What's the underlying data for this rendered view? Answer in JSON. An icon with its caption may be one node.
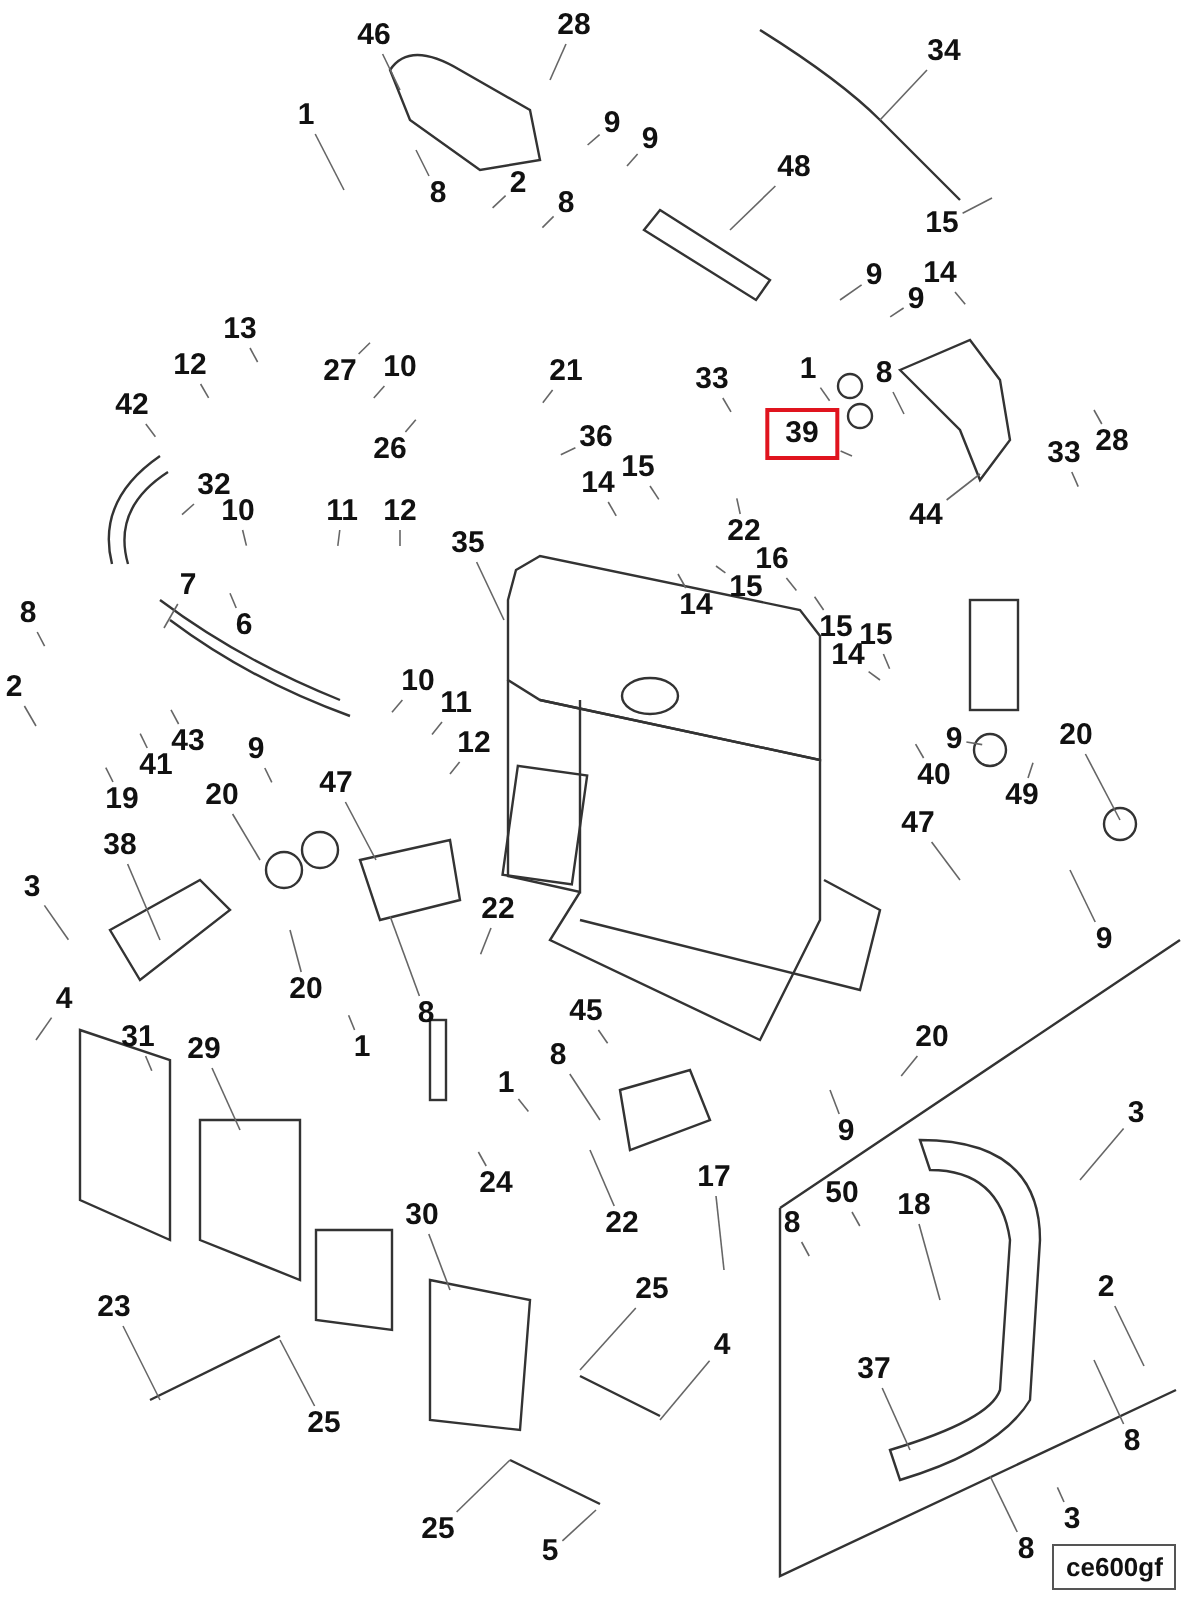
{
  "diagram": {
    "nodes": [
      {
        "text": [
          "46"
        ]
      },
      {
        "text": [
          "28"
        ]
      },
      {
        "text": [
          "1"
        ]
      },
      {
        "text": [
          "8"
        ]
      },
      {
        "text": [
          "2"
        ]
      },
      {
        "text": [
          "8"
        ]
      },
      {
        "text": [
          "9"
        ]
      },
      {
        "text": [
          "9"
        ]
      },
      {
        "text": [
          "34"
        ]
      },
      {
        "text": [
          "48"
        ]
      },
      {
        "text": [
          "15"
        ]
      },
      {
        "text": [
          "9"
        ]
      },
      {
        "text": [
          "14"
        ]
      },
      {
        "text": [
          "9"
        ]
      },
      {
        "text": [
          "13"
        ]
      },
      {
        "text": [
          "12"
        ]
      },
      {
        "text": [
          "27"
        ]
      },
      {
        "text": [
          "10"
        ]
      },
      {
        "text": [
          "21"
        ]
      },
      {
        "text": [
          "42"
        ]
      },
      {
        "text": [
          "26"
        ]
      },
      {
        "text": [
          "33"
        ]
      },
      {
        "text": [
          "1"
        ]
      },
      {
        "text": [
          "39"
        ]
      },
      {
        "text": [
          "8"
        ]
      },
      {
        "text": [
          "28"
        ]
      },
      {
        "text": [
          "36"
        ]
      },
      {
        "text": [
          "14"
        ]
      },
      {
        "text": [
          "15"
        ]
      },
      {
        "text": [
          "22"
        ]
      },
      {
        "text": [
          "16"
        ]
      },
      {
        "text": [
          "14"
        ]
      },
      {
        "text": [
          "15"
        ]
      },
      {
        "text": [
          "15"
        ]
      },
      {
        "text": [
          "15"
        ]
      },
      {
        "text": [
          "14"
        ]
      },
      {
        "text": [
          "44"
        ]
      },
      {
        "text": [
          "33"
        ]
      },
      {
        "text": [
          "32"
        ]
      },
      {
        "text": [
          "10"
        ]
      },
      {
        "text": [
          "11"
        ]
      },
      {
        "text": [
          "12"
        ]
      },
      {
        "text": [
          "35"
        ]
      },
      {
        "text": [
          "7"
        ]
      },
      {
        "text": [
          "6"
        ]
      },
      {
        "text": [
          "8"
        ]
      },
      {
        "text": [
          "2"
        ]
      },
      {
        "text": [
          "43"
        ]
      },
      {
        "text": [
          "41"
        ]
      },
      {
        "text": [
          "19"
        ]
      },
      {
        "text": [
          "10"
        ]
      },
      {
        "text": [
          "11"
        ]
      },
      {
        "text": [
          "12"
        ]
      },
      {
        "text": [
          "9"
        ]
      },
      {
        "text": [
          "20"
        ]
      },
      {
        "text": [
          "47"
        ]
      },
      {
        "text": [
          "38"
        ]
      },
      {
        "text": [
          "3"
        ]
      },
      {
        "text": [
          "22"
        ]
      },
      {
        "text": [
          "20"
        ]
      },
      {
        "text": [
          "8"
        ]
      },
      {
        "text": [
          "1"
        ]
      },
      {
        "text": [
          "4"
        ]
      },
      {
        "text": [
          "40"
        ]
      },
      {
        "text": [
          "49"
        ]
      },
      {
        "text": [
          "9"
        ]
      },
      {
        "text": [
          "20"
        ]
      },
      {
        "text": [
          "47"
        ]
      },
      {
        "text": [
          "9"
        ]
      },
      {
        "text": [
          "31"
        ]
      },
      {
        "text": [
          "29"
        ]
      },
      {
        "text": [
          "8"
        ]
      },
      {
        "text": [
          "45"
        ]
      },
      {
        "text": [
          "1"
        ]
      },
      {
        "text": [
          "24"
        ]
      },
      {
        "text": [
          "22"
        ]
      },
      {
        "text": [
          "20"
        ]
      },
      {
        "text": [
          "9"
        ]
      },
      {
        "text": [
          "3"
        ]
      },
      {
        "text": [
          "17"
        ]
      },
      {
        "text": [
          "8"
        ]
      },
      {
        "text": [
          "50"
        ]
      },
      {
        "text": [
          "18"
        ]
      },
      {
        "text": [
          "30"
        ]
      },
      {
        "text": [
          "25"
        ]
      },
      {
        "text": [
          "23"
        ]
      },
      {
        "text": [
          "25"
        ]
      },
      {
        "text": [
          "2"
        ]
      },
      {
        "text": [
          "4"
        ]
      },
      {
        "text": [
          "37"
        ]
      },
      {
        "text": [
          "8"
        ]
      },
      {
        "text": [
          "25"
        ]
      },
      {
        "text": [
          "3"
        ]
      },
      {
        "text": [
          "5"
        ]
      },
      {
        "text": [
          "8"
        ]
      }
    ],
    "edges": [
      {
        "from": 0,
        "to": null,
        "arrow": "none"
      },
      {
        "from": 1,
        "to": null,
        "arrow": "none"
      },
      {
        "from": 2,
        "to": null,
        "arrow": "none"
      },
      {
        "from": 3,
        "to": null,
        "arrow": "none"
      },
      {
        "from": 4,
        "to": null,
        "arrow": "none"
      },
      {
        "from": 5,
        "to": null,
        "arrow": "none"
      },
      {
        "from": 6,
        "to": null,
        "arrow": "none"
      },
      {
        "from": 7,
        "to": null,
        "arrow": "none"
      },
      {
        "from": 8,
        "to": null,
        "arrow": "none"
      },
      {
        "from": 9,
        "to": null,
        "arrow": "none"
      },
      {
        "from": 10,
        "to": null,
        "arrow": "none"
      },
      {
        "from": 11,
        "to": null,
        "arrow": "none"
      },
      {
        "from": 12,
        "to": null,
        "arrow": "none"
      },
      {
        "from": 13,
        "to": null,
        "arrow": "none"
      },
      {
        "from": 14,
        "to": null,
        "arrow": "none"
      },
      {
        "from": 15,
        "to": null,
        "arrow": "none"
      },
      {
        "from": 16,
        "to": null,
        "arrow": "none"
      },
      {
        "from": 17,
        "to": null,
        "arrow": "none"
      },
      {
        "from": 18,
        "to": null,
        "arrow": "none"
      },
      {
        "from": 19,
        "to": null,
        "arrow": "none"
      },
      {
        "from": 20,
        "to": null,
        "arrow": "none"
      },
      {
        "from": 21,
        "to": null,
        "arrow": "none"
      },
      {
        "from": 22,
        "to": null,
        "arrow": "none"
      },
      {
        "from": 23,
        "to": null,
        "arrow": "none"
      },
      {
        "from": 24,
        "to": null,
        "arrow": "none"
      },
      {
        "from": 25,
        "to": null,
        "arrow": "none"
      },
      {
        "from": 26,
        "to": null,
        "arrow": "none"
      },
      {
        "from": 27,
        "to": null,
        "arrow": "none"
      },
      {
        "from": 28,
        "to": null,
        "arrow": "none"
      },
      {
        "from": 29,
        "to": null,
        "arrow": "none"
      },
      {
        "from": 30,
        "to": null,
        "arrow": "none"
      },
      {
        "from": 31,
        "to": null,
        "arrow": "none"
      },
      {
        "from": 32,
        "to": null,
        "arrow": "none"
      },
      {
        "from": 33,
        "to": null,
        "arrow": "none"
      },
      {
        "from": 34,
        "to": null,
        "arrow": "none"
      },
      {
        "from": 35,
        "to": null,
        "arrow": "none"
      },
      {
        "from": 36,
        "to": null,
        "arrow": "none"
      },
      {
        "from": 37,
        "to": null,
        "arrow": "none"
      },
      {
        "from": 38,
        "to": null,
        "arrow": "none"
      },
      {
        "from": 39,
        "to": null,
        "arrow": "none"
      },
      {
        "from": 40,
        "to": null,
        "arrow": "none"
      },
      {
        "from": 41,
        "to": null,
        "arrow": "none"
      },
      {
        "from": 42,
        "to": null,
        "arrow": "none"
      },
      {
        "from": 43,
        "to": null,
        "arrow": "none"
      },
      {
        "from": 44,
        "to": null,
        "arrow": "none"
      },
      {
        "from": 45,
        "to": null,
        "arrow": "none"
      },
      {
        "from": 46,
        "to": null,
        "arrow": "none"
      },
      {
        "from": 47,
        "to": null,
        "arrow": "none"
      },
      {
        "from": 48,
        "to": null,
        "arrow": "none"
      },
      {
        "from": 49,
        "to": null,
        "arrow": "none"
      },
      {
        "from": 50,
        "to": null,
        "arrow": "none"
      },
      {
        "from": 51,
        "to": null,
        "arrow": "none"
      },
      {
        "from": 52,
        "to": null,
        "arrow": "none"
      },
      {
        "from": 53,
        "to": null,
        "arrow": "none"
      },
      {
        "from": 54,
        "to": null,
        "arrow": "none"
      },
      {
        "from": 55,
        "to": null,
        "arrow": "none"
      },
      {
        "from": 56,
        "to": null,
        "arrow": "none"
      },
      {
        "from": 57,
        "to": null,
        "arrow": "none"
      },
      {
        "from": 58,
        "to": null,
        "arrow": "none"
      },
      {
        "from": 59,
        "to": null,
        "arrow": "none"
      },
      {
        "from": 60,
        "to": null,
        "arrow": "none"
      },
      {
        "from": 61,
        "to": null,
        "arrow": "none"
      },
      {
        "from": 62,
        "to": null,
        "arrow": "none"
      },
      {
        "from": 63,
        "to": null,
        "arrow": "none"
      },
      {
        "from": 64,
        "to": null,
        "arrow": "none"
      },
      {
        "from": 65,
        "to": null,
        "arrow": "none"
      },
      {
        "from": 66,
        "to": null,
        "arrow": "none"
      },
      {
        "from": 67,
        "to": null,
        "arrow": "none"
      },
      {
        "from": 68,
        "to": null,
        "arrow": "none"
      },
      {
        "from": 69,
        "to": null,
        "arrow": "none"
      },
      {
        "from": 70,
        "to": null,
        "arrow": "none"
      },
      {
        "from": 71,
        "to": null,
        "arrow": "none"
      },
      {
        "from": 72,
        "to": null,
        "arrow": "none"
      },
      {
        "from": 73,
        "to": null,
        "arrow": "none"
      },
      {
        "from": 74,
        "to": null,
        "arrow": "none"
      },
      {
        "from": 75,
        "to": null,
        "arrow": "none"
      },
      {
        "from": 76,
        "to": null,
        "arrow": "none"
      },
      {
        "from": 77,
        "to": null,
        "arrow": "none"
      },
      {
        "from": 78,
        "to": null,
        "arrow": "none"
      },
      {
        "from": 79,
        "to": null,
        "arrow": "none"
      },
      {
        "from": 80,
        "to": null,
        "arrow": "none"
      },
      {
        "from": 81,
        "to": null,
        "arrow": "none"
      },
      {
        "from": 82,
        "to": null,
        "arrow": "none"
      },
      {
        "from": 83,
        "to": null,
        "arrow": "none"
      },
      {
        "from": 84,
        "to": null,
        "arrow": "none"
      },
      {
        "from": 85,
        "to": null,
        "arrow": "none"
      },
      {
        "from": 86,
        "to": null,
        "arrow": "none"
      },
      {
        "from": 87,
        "to": null,
        "arrow": "none"
      },
      {
        "from": 88,
        "to": null,
        "arrow": "none"
      },
      {
        "from": 89,
        "to": null,
        "arrow": "none"
      },
      {
        "from": 90,
        "to": null,
        "arrow": "none"
      },
      {
        "from": 91,
        "to": null,
        "arrow": "none"
      },
      {
        "from": 92,
        "to": null,
        "arrow": "none"
      },
      {
        "from": 93,
        "to": null,
        "arrow": "none"
      },
      {
        "from": 94,
        "to": null,
        "arrow": "none"
      }
    ],
    "labels": [
      "ce600gf"
    ]
  }
}
